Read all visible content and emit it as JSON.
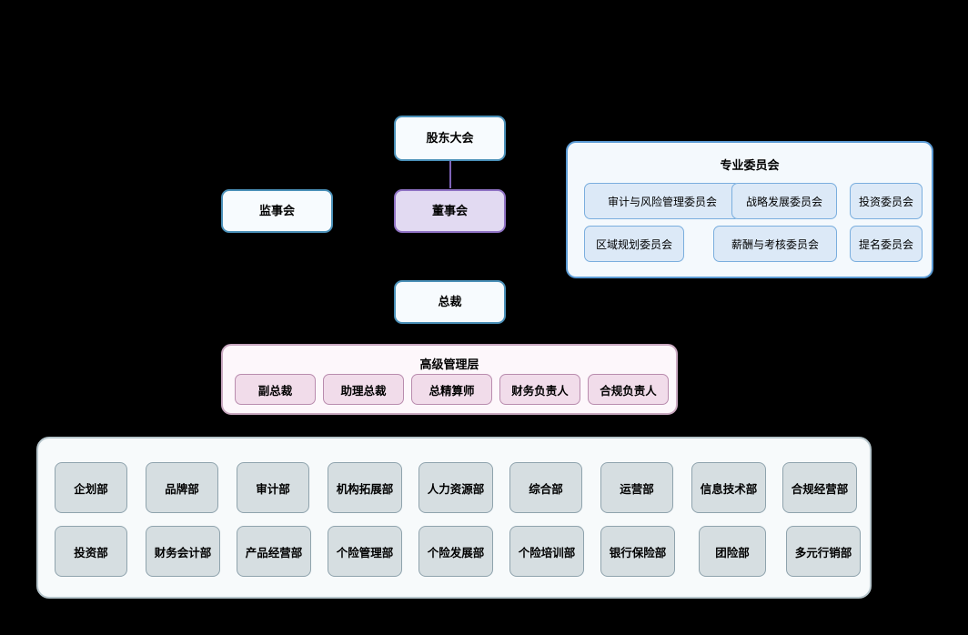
{
  "diagram": {
    "type": "organization-chart",
    "title": "",
    "colors": {
      "plain_fill": "#f7fbfe",
      "plain_border": "#4a90b8",
      "board_fill": "#e2daf2",
      "board_border": "#8f72c4",
      "committee_panel_fill": "#f4f9fd",
      "committee_panel_border": "#5b9bd5",
      "committee_box_fill": "#dce9f7",
      "committee_box_border": "#7aaede",
      "senior_panel_fill": "#fdf7fb",
      "senior_panel_border": "#c9a8c0",
      "senior_box_fill": "#f1dcea",
      "senior_box_border": "#b98cae",
      "dept_panel_fill": "#f7fafb",
      "dept_panel_border": "#b7c6cc",
      "dept_box_fill": "#d6dee1",
      "dept_box_border": "#8fa3ad",
      "connector": "#7e63b8",
      "background": "#000000"
    }
  },
  "governance": {
    "shareholders_meeting": "股东大会",
    "supervisory_board": "监事会",
    "board_of_directors": "董事会",
    "president": "总裁"
  },
  "committee_panel": {
    "title": "专业委员会",
    "items": [
      {
        "label": "审计与风险管理委员会"
      },
      {
        "label": "战略发展委员会"
      },
      {
        "label": "投资委员会"
      },
      {
        "label": "区域规划委员会"
      },
      {
        "label": "薪酬与考核委员会"
      },
      {
        "label": "提名委员会"
      }
    ]
  },
  "senior_management": {
    "title": "高级管理层",
    "items": [
      {
        "label": "副总裁"
      },
      {
        "label": "助理总裁"
      },
      {
        "label": "总精算师"
      },
      {
        "label": "财务负责人"
      },
      {
        "label": "合规负责人"
      }
    ]
  },
  "departments": {
    "row1": [
      {
        "label": "企划部"
      },
      {
        "label": "品牌部"
      },
      {
        "label": "审计部"
      },
      {
        "label": "机构拓展部"
      },
      {
        "label": "人力资源部"
      },
      {
        "label": "综合部"
      },
      {
        "label": "运营部"
      },
      {
        "label": "信息技术部"
      },
      {
        "label": "合规经营部"
      }
    ],
    "row2": [
      {
        "label": "投资部"
      },
      {
        "label": "财务会计部"
      },
      {
        "label": "产品经营部"
      },
      {
        "label": "个险管理部"
      },
      {
        "label": "个险发展部"
      },
      {
        "label": "个险培训部"
      },
      {
        "label": "银行保险部"
      },
      {
        "label": "团险部"
      },
      {
        "label": "多元行销部"
      }
    ]
  }
}
